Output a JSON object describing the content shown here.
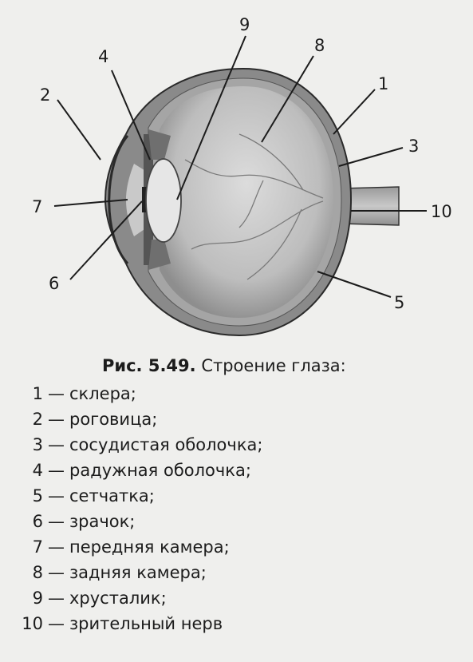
{
  "figure": {
    "caption_number": "Рис. 5.49.",
    "caption_title": "Строение глаза:"
  },
  "labels": [
    "1",
    "2",
    "3",
    "4",
    "5",
    "6",
    "7",
    "8",
    "9",
    "10"
  ],
  "legend": [
    {
      "num": "1",
      "text": "склера;"
    },
    {
      "num": "2",
      "text": "роговица;"
    },
    {
      "num": "3",
      "text": "сосудистая оболочка;"
    },
    {
      "num": "4",
      "text": "радужная оболочка;"
    },
    {
      "num": "5",
      "text": "сетчатка;"
    },
    {
      "num": "6",
      "text": "зрачок;"
    },
    {
      "num": "7",
      "text": "передняя камера;"
    },
    {
      "num": "8",
      "text": "задняя камера;"
    },
    {
      "num": "9",
      "text": "хрусталик;"
    },
    {
      "num": "10",
      "text": "зрительный нерв"
    }
  ],
  "colors": {
    "ink": "#1c1c1c",
    "background": "#efefed",
    "sclera": "#8a8a8a",
    "vitreous": "#cfcfcf",
    "lens": "#e6e6e6"
  }
}
